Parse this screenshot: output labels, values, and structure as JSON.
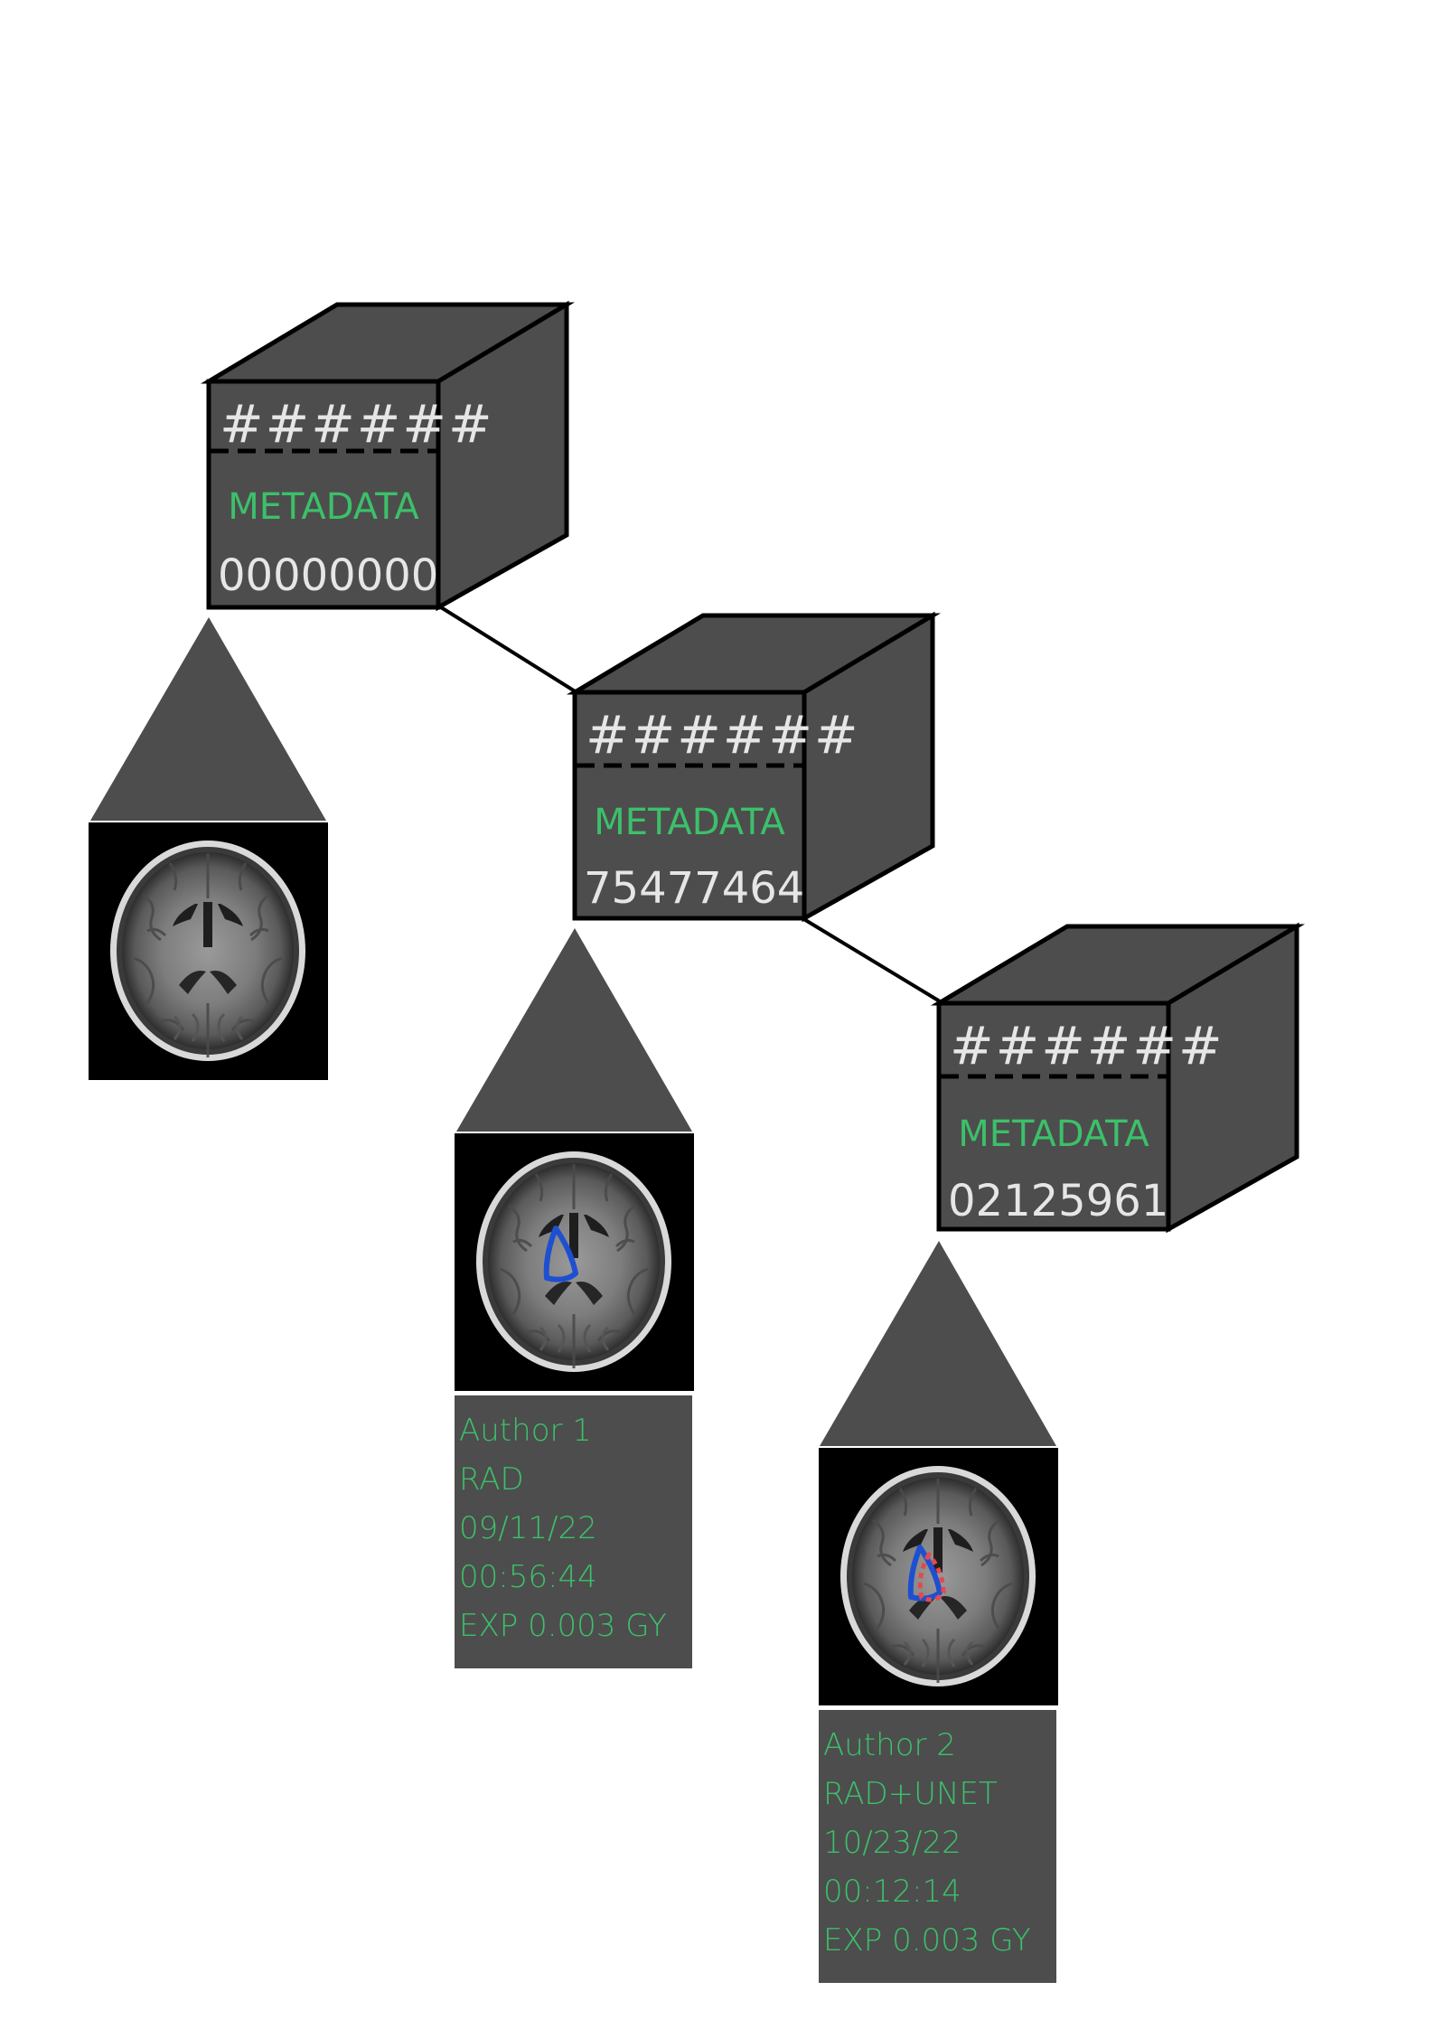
{
  "colors": {
    "block_fill": "#4d4d4d",
    "block_stroke": "#000000",
    "hash_text": "#e6e6e6",
    "metadata_text": "#3cc06a",
    "brain_bg": "#000000",
    "contour_blue": "#1f4fd1",
    "contour_red": "#e5484d"
  },
  "blocks": [
    {
      "hash": "######",
      "metadata_label": "METADATA",
      "number": "00000000",
      "image_annotations": []
    },
    {
      "hash": "######",
      "metadata_label": "METADATA",
      "number": "75477464",
      "image_annotations": [
        "blue-contour"
      ],
      "info": [
        "Author 1",
        "RAD",
        "09/11/22",
        "00:56:44",
        "EXP 0.003 GY"
      ]
    },
    {
      "hash": "######",
      "metadata_label": "METADATA",
      "number": "02125961",
      "image_annotations": [
        "blue-contour",
        "red-contour"
      ],
      "info": [
        "Author 2",
        "RAD+UNET",
        "10/23/22",
        "00:12:14",
        "EXP 0.003 GY"
      ]
    }
  ]
}
